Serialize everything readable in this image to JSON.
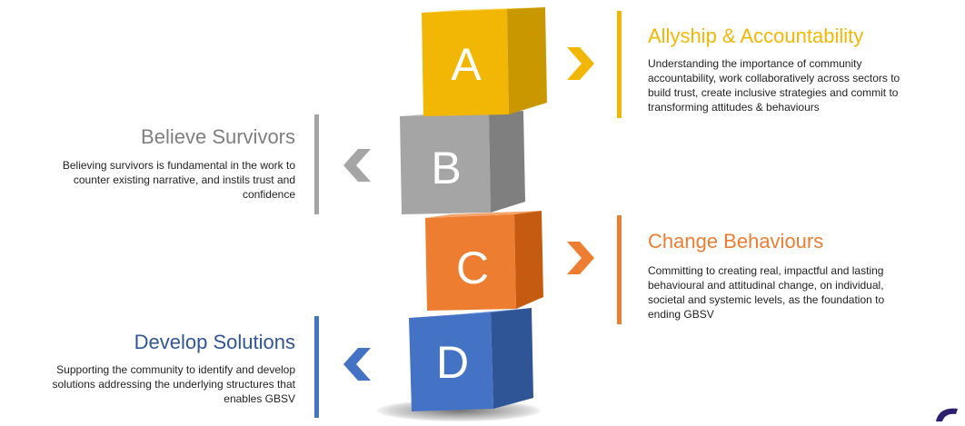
{
  "colors": {
    "a": "#f2b705",
    "b": "#a5a5a5",
    "c": "#ed7d31",
    "d": "#4472c4",
    "corner": "#2d1f6e"
  },
  "items": {
    "a": {
      "letter": "A",
      "title": "Allyship & Accountability",
      "lines": [
        "Understanding the importance of community",
        "accountability, work collaboratively across sectors to",
        "build trust, create inclusive strategies and commit to",
        "transforming attitudes & behaviours"
      ]
    },
    "b": {
      "letter": "B",
      "title": "Believe Survivors",
      "lines": [
        "Believing survivors is fundamental in the work to",
        "counter existing narrative, and instils trust and",
        "confidence"
      ]
    },
    "c": {
      "letter": "C",
      "title": "Change Behaviours",
      "lines": [
        "Committing to creating real, impactful and lasting",
        "behavioural and attitudinal change, on individual,",
        "societal and systemic levels, as the foundation to",
        "ending GBSV"
      ]
    },
    "d": {
      "letter": "D",
      "title": "Develop Solutions",
      "lines": [
        "Supporting the community to identify and develop",
        "solutions addressing the underlying structures that",
        "enables GBSV"
      ]
    }
  }
}
